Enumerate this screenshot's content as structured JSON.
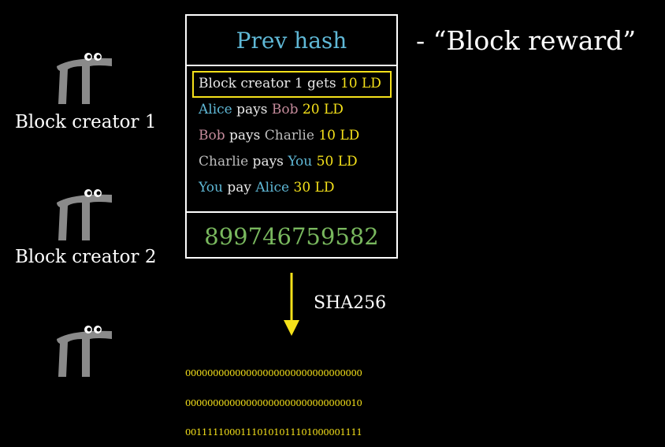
{
  "creators": [
    {
      "label": "Block creator 1"
    },
    {
      "label": "Block creator 2"
    }
  ],
  "block": {
    "prev_hash": "Prev hash",
    "transactions": [
      {
        "parts": [
          {
            "text": "Block creator 1 gets ",
            "color": "white"
          },
          {
            "text": "10 LD",
            "color": "yellow"
          }
        ]
      },
      {
        "parts": [
          {
            "text": "Alice",
            "color": "blue"
          },
          {
            "text": " pays ",
            "color": "white"
          },
          {
            "text": "Bob",
            "color": "pink"
          },
          {
            "text": " 20 LD",
            "color": "yellow"
          }
        ]
      },
      {
        "parts": [
          {
            "text": "Bob",
            "color": "pink"
          },
          {
            "text": " pays ",
            "color": "white"
          },
          {
            "text": "Charlie",
            "color": "gray"
          },
          {
            "text": " 10 LD",
            "color": "yellow"
          }
        ]
      },
      {
        "parts": [
          {
            "text": "Charlie",
            "color": "gray"
          },
          {
            "text": " pays ",
            "color": "white"
          },
          {
            "text": "You",
            "color": "blue"
          },
          {
            "text": " 50 LD",
            "color": "yellow"
          }
        ]
      },
      {
        "parts": [
          {
            "text": "You",
            "color": "blue"
          },
          {
            "text": " pay ",
            "color": "white"
          },
          {
            "text": "Alice",
            "color": "blue"
          },
          {
            "text": " 30 LD",
            "color": "yellow"
          }
        ]
      }
    ],
    "nonce": "899746759582"
  },
  "reward_note": "- “Block reward”",
  "hash_function": "SHA256",
  "hash_output": [
    "00000000000000000000000000000000",
    "00000000000000000000000000000010",
    "00111110001110101011101000001111"
  ],
  "colors": {
    "yellow": "#f5e11a",
    "blue": "#5fb8d6",
    "green": "#79b85e",
    "pink": "#c58b9b",
    "gray": "#bdbdbd"
  }
}
